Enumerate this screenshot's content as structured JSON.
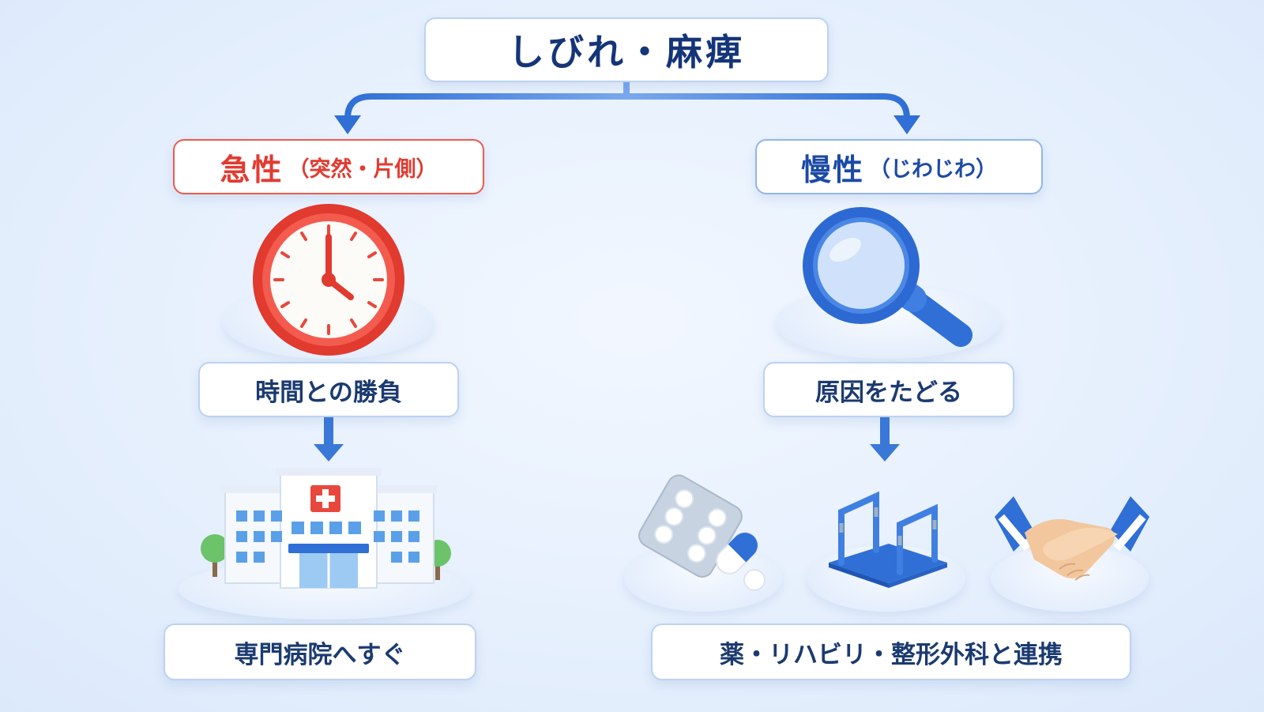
{
  "title": "しびれ・麻痺",
  "acute": {
    "label": "急性",
    "sub": "（突然・片側）",
    "step1": "時間との勝負",
    "step2": "専門病院へすぐ",
    "icons": [
      "clock-icon",
      "hospital-icon"
    ]
  },
  "chronic": {
    "label": "慢性",
    "sub": "（じわじわ）",
    "step1": "原因をたどる",
    "step2": "薬・リハビリ・整形外科と連携",
    "icons": [
      "magnifier-icon",
      "pill-icon",
      "rehab-bars-icon",
      "handshake-icon"
    ]
  },
  "colors": {
    "acute": "#e8483c",
    "chronic": "#2f6fd6",
    "arrow": "#3a78d8",
    "text": "#1b3a70"
  }
}
